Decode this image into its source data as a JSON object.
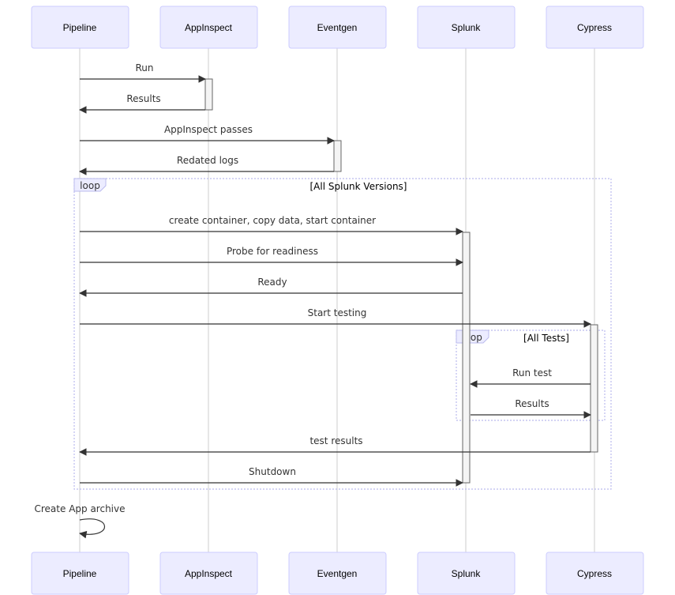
{
  "actors": [
    "Pipeline",
    "AppInspect",
    "Eventgen",
    "Splunk",
    "Cypress"
  ],
  "loops": [
    {
      "label": "loop",
      "condition": "[All Splunk Versions]"
    },
    {
      "label": "loop",
      "condition": "[All Tests]"
    }
  ],
  "messages": [
    {
      "from": "Pipeline",
      "to": "AppInspect",
      "text": "Run"
    },
    {
      "from": "AppInspect",
      "to": "Pipeline",
      "text": "Results"
    },
    {
      "from": "Pipeline",
      "to": "Eventgen",
      "text": "AppInspect passes"
    },
    {
      "from": "Eventgen",
      "to": "Pipeline",
      "text": "Redated logs"
    },
    {
      "from": "Pipeline",
      "to": "Splunk",
      "text": "create container, copy data, start container"
    },
    {
      "from": "Pipeline",
      "to": "Splunk",
      "text": "Probe for readiness"
    },
    {
      "from": "Splunk",
      "to": "Pipeline",
      "text": "Ready"
    },
    {
      "from": "Pipeline",
      "to": "Cypress",
      "text": "Start testing"
    },
    {
      "from": "Cypress",
      "to": "Splunk",
      "text": "Run test"
    },
    {
      "from": "Splunk",
      "to": "Cypress",
      "text": "Results"
    },
    {
      "from": "Cypress",
      "to": "Pipeline",
      "text": "test results"
    },
    {
      "from": "Pipeline",
      "to": "Splunk",
      "text": "Shutdown"
    },
    {
      "from": "Pipeline",
      "to": "Pipeline",
      "text": "Create App archive"
    }
  ]
}
